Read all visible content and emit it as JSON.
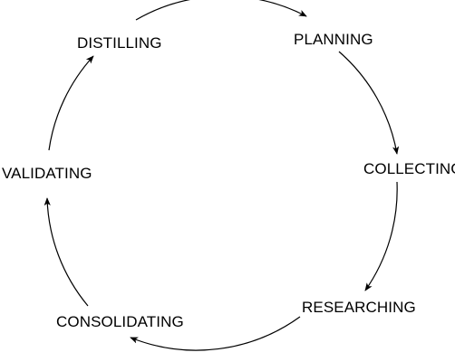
{
  "diagram": {
    "type": "cycle",
    "direction": "clockwise",
    "colors": {
      "line": "#000000",
      "text": "#000000",
      "background": "#ffffff"
    },
    "stages": [
      {
        "id": "planning",
        "label": "PLANNING"
      },
      {
        "id": "collecting",
        "label": "COLLECTING"
      },
      {
        "id": "researching",
        "label": "RESEARCHING"
      },
      {
        "id": "consolidating",
        "label": "CONSOLIDATING"
      },
      {
        "id": "validating",
        "label": "VALIDATING"
      },
      {
        "id": "distilling",
        "label": "DISTILLING"
      }
    ]
  }
}
